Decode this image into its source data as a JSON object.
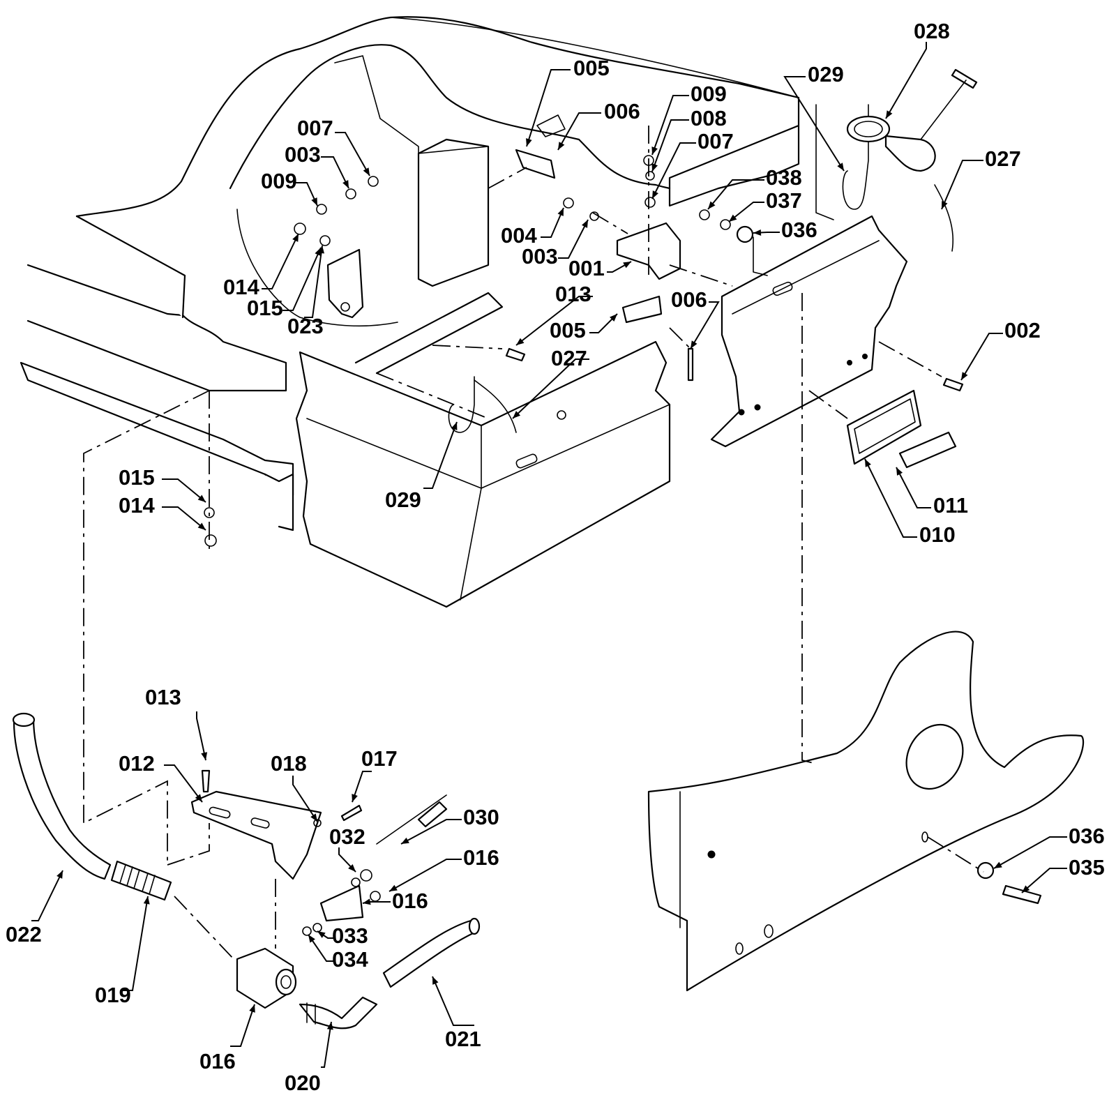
{
  "diagram": {
    "colors": {
      "line": "#000000",
      "background": "#ffffff"
    },
    "callouts": [
      "005",
      "006",
      "009",
      "008",
      "007",
      "029",
      "028",
      "027",
      "007",
      "003",
      "009",
      "038",
      "037",
      "036",
      "004",
      "003",
      "001",
      "014",
      "015",
      "023",
      "013",
      "005",
      "006",
      "002",
      "027",
      "029",
      "015",
      "014",
      "011",
      "010",
      "013",
      "012",
      "018",
      "017",
      "030",
      "032",
      "016",
      "016",
      "033",
      "034",
      "022",
      "019",
      "016",
      "020",
      "021",
      "036",
      "035"
    ]
  }
}
